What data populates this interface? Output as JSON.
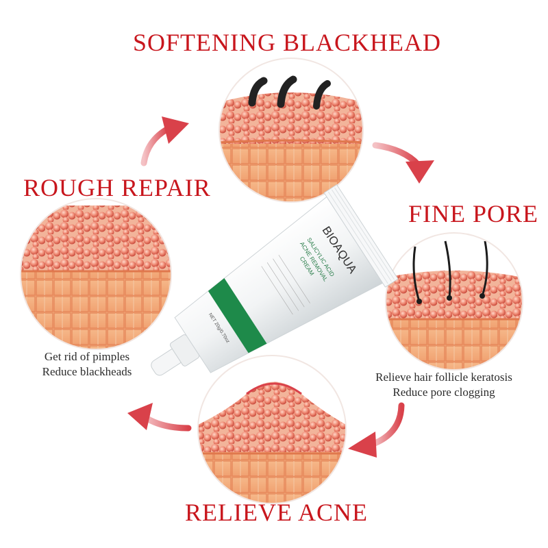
{
  "headings": {
    "top": "SOFTENING BLACKHEAD",
    "left": "ROUGH REPAIR",
    "right": "FINE PORE",
    "bottom": "RELIEVE ACNE"
  },
  "captions": {
    "left_line1": "Get rid of pimples",
    "left_line2": "Reduce blackheads",
    "right_line1": "Relieve hair follicle keratosis",
    "right_line2": "Reduce pore clogging"
  },
  "product": {
    "brand": "BIOAQUA",
    "name_line1": "SALICYLIC ACID",
    "name_line2": "ACNE REMOVAL",
    "name_line3": "CREAM",
    "weight": "NET 20g/0.70oz"
  },
  "colors": {
    "accent_red": "#c8161d",
    "arrow_red": "#d9414a",
    "tube_green": "#1e8a4a",
    "skin_orange": "#f0a070",
    "cell_red": "#e8705e"
  },
  "icons": [
    "arrow-icon",
    "skin-cross-section-illustration",
    "product-tube-illustration"
  ]
}
